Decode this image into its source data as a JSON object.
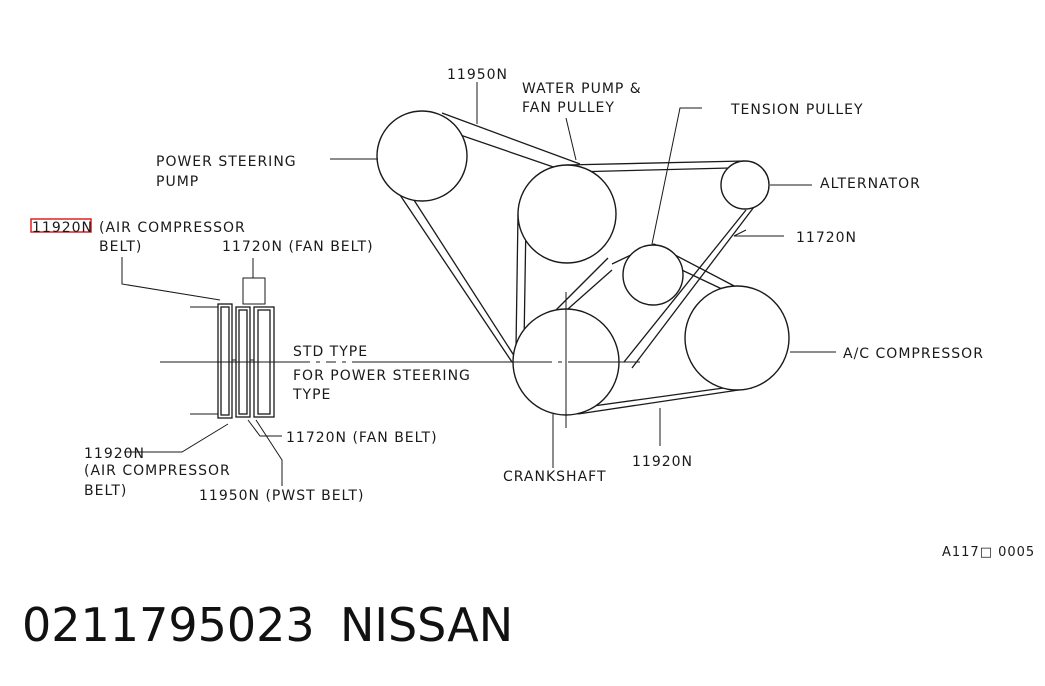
{
  "labels": {
    "belt_11950n": "11950N",
    "water_pump_line1": "WATER PUMP &",
    "water_pump_line2": "FAN PULLEY",
    "tension_pulley": "TENSION PULLEY",
    "power_steering_line1": "POWER STEERING",
    "power_steering_line2": "PUMP",
    "alternator": "ALTERNATOR",
    "belt_11720n_right": "11720N",
    "ac_compressor": "A/C COMPRESSOR",
    "crankshaft": "CRANKSHAFT",
    "belt_11920n_bottom": "11920N",
    "std_type": "STD TYPE",
    "power_steering_type_line1": "FOR POWER STEERING",
    "power_steering_type_line2": "TYPE",
    "air_comp_top_code": "11920N",
    "air_comp_top_line1": "(AIR COMPRESSOR",
    "air_comp_top_line2": "BELT)",
    "fan_belt_top": "11720N (FAN BELT)",
    "fan_belt_bottom": "11720N (FAN BELT)",
    "air_comp_bottom_code": "11920N",
    "air_comp_bottom_line1": "(AIR COMPRESSOR",
    "air_comp_bottom_line2": "BELT)",
    "pwst_belt": "11950N (PWST BELT)"
  },
  "reference_code": "A117□ 0005",
  "footer": {
    "part_number": "0211795023",
    "brand": "NISSAN"
  },
  "colors": {
    "line": "#1a1a1a",
    "highlight": "#e02020"
  }
}
